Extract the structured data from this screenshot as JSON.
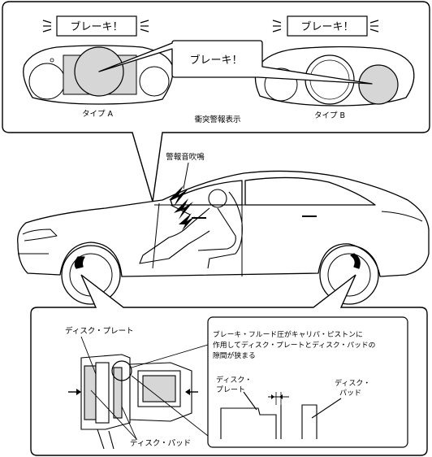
{
  "top_panel": {
    "alert_left": "ブレーキ！",
    "alert_right": "ブレーキ！",
    "callout": "ブレーキ！",
    "type_a_label": "タイプ A",
    "type_b_label": "タイプ B",
    "display_caption": "衝突警報表示"
  },
  "middle": {
    "alarm_label": "警報音吹鳴"
  },
  "bottom_panel": {
    "disc_plate_label": "ディスク・プレート",
    "disc_pad_label": "ディスク・パッド",
    "explanation_lines": [
      "ブレーキ・フルード圧がキャリパ・ピストンに",
      "作用してディスク・プレートとディスク・パッドの",
      "隙間が狭まる"
    ],
    "detail_plate_lines": [
      "ディスク・",
      "プレート"
    ],
    "detail_pad_lines": [
      "ディスク・",
      "パッド"
    ]
  },
  "colors": {
    "line": "#000000",
    "highlight_fill": "#d6d6d6",
    "background": "#ffffff"
  }
}
